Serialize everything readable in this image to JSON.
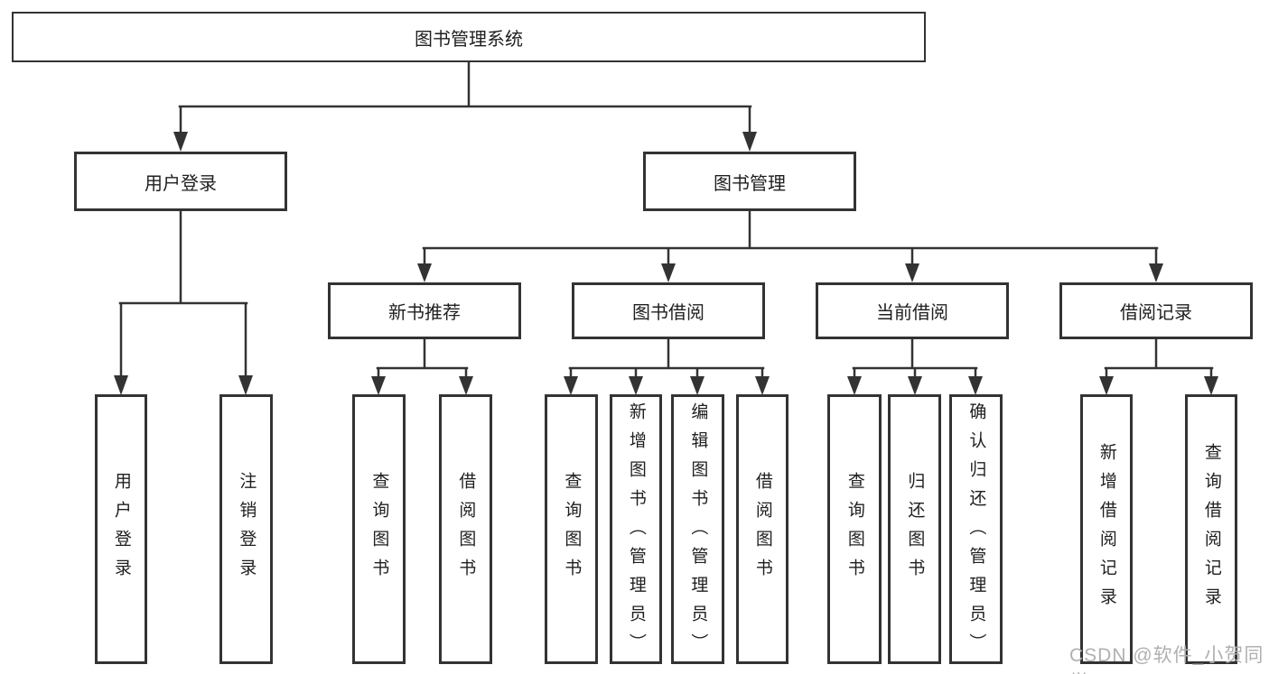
{
  "colors": {
    "background": "#ffffff",
    "line": "#333333",
    "text": "#1f1f1f",
    "watermark_text": "#b0b0b0"
  },
  "tree": {
    "root": {
      "label": "图书管理系统",
      "children": [
        {
          "label": "用户登录",
          "children": [
            {
              "label": "用户登录"
            },
            {
              "label": "注销登录"
            }
          ]
        },
        {
          "label": "图书管理",
          "children": [
            {
              "label": "新书推荐",
              "children": [
                {
                  "label": "查询图书"
                },
                {
                  "label": "借阅图书"
                }
              ]
            },
            {
              "label": "图书借阅",
              "children": [
                {
                  "label": "查询图书"
                },
                {
                  "label": "新增图书（管理员）"
                },
                {
                  "label": "编辑图书（管理员）"
                },
                {
                  "label": "借阅图书"
                }
              ]
            },
            {
              "label": "当前借阅",
              "children": [
                {
                  "label": "查询图书"
                },
                {
                  "label": "归还图书"
                },
                {
                  "label": "确认归还（管理员）"
                }
              ]
            },
            {
              "label": "借阅记录",
              "children": [
                {
                  "label": "新增借阅记录"
                },
                {
                  "label": "查询借阅记录"
                }
              ]
            }
          ]
        }
      ]
    }
  },
  "watermark": {
    "text": "CSDN @软件_小贺同学"
  }
}
